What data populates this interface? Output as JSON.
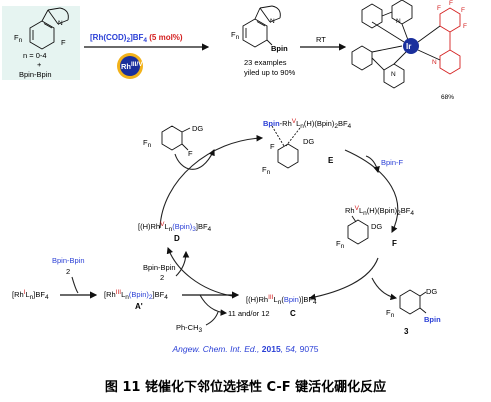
{
  "top": {
    "n_range": "n = 0-4",
    "plus": "+",
    "reagent": "Bpin-Bpin",
    "catalyst_label": "[Rh(COD)",
    "catalyst_sub": "2",
    "catalyst_rest": "]BF",
    "catalyst_sub2": "4",
    "catalyst_loading": " (5 mol%)",
    "rh_badge": "Rh",
    "rh_sup": "III/V",
    "examples": "23 examples",
    "yield": "yiled up to 90%",
    "rt": "RT",
    "product_bpin": "Bpin",
    "ir_label": "Ir",
    "ir_yield": "68%",
    "atom_F": "F",
    "atom_N": "N",
    "atom_Fn": "F",
    "sub_n": "n"
  },
  "cycle": {
    "E": "E",
    "E_formula": "-Rh",
    "E_sup": "V",
    "E_rest": "L",
    "E_rest2": "(H)(Bpin)",
    "E_bf4": "BF",
    "D": "D",
    "D_formula": "[(H)Rh",
    "D_sup": "V",
    "D_L": "L",
    "D_rest": "(Bpin)",
    "D_bf": "]BF",
    "F": "F",
    "F_formula": "Rh",
    "F_sup": "V",
    "F_rest": "L",
    "F_rest2": "(H)(Bpin)",
    "F_bf": "BF",
    "C": "C",
    "C_formula": "[(H)Rh",
    "C_sup": "III",
    "C_L": "L",
    "C_rest": "(Bpin)]BF",
    "A_prime": "A'",
    "A_formula": "[Rh",
    "A_sup": "III",
    "A_L": "L",
    "A_rest": "(Bpin)",
    "A_bf": "]BF",
    "start_formula": "[Rh",
    "start_sup": "I",
    "start_L": "L",
    "start_bf": "]BF",
    "num2": "2",
    "num3": "3",
    "bpin_bpin": "Bpin-Bpin",
    "bpin_f": "Bpin-F",
    "dg": "DG",
    "bpin": "Bpin",
    "ph_ch3": "Ph-CH",
    "ch3_sub": "3",
    "products_11_12": "11 and/or 12"
  },
  "citation": {
    "journal": "Angew. Chem. Int. Ed.",
    "year": "2015",
    "volume": "54",
    "pages": "9075"
  },
  "caption": "图 11 铑催化下邻位选择性 C-F 键活化硼化反应"
}
